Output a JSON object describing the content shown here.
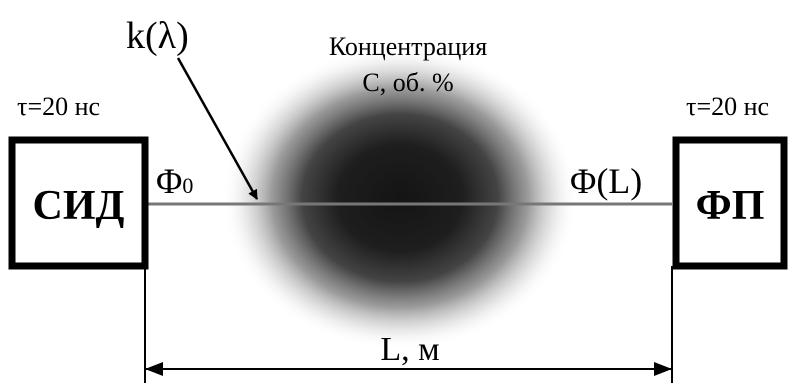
{
  "labels": {
    "k_lambda": "k(λ)",
    "concentration_line1": "Концентрация",
    "concentration_line2": "С, об. %",
    "tau_left": "τ=20 нс",
    "tau_right": "τ=20 нс",
    "source_box": "СИД",
    "detector_box": "ФП",
    "phi_zero": "Φ",
    "phi_zero_subscript": "0",
    "phi_L": "Φ(L)",
    "length": "L, м"
  },
  "colors": {
    "stroke": "#000000",
    "beam": "#777777",
    "cloud_core": "#1a1a1a"
  }
}
